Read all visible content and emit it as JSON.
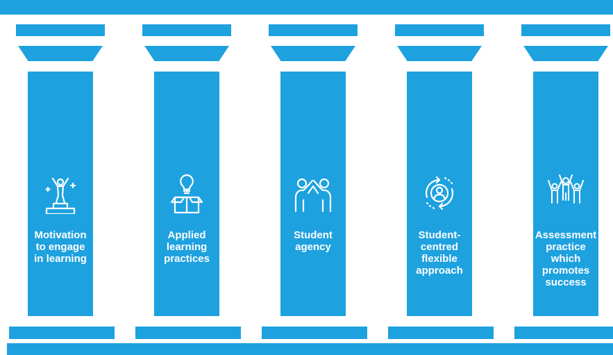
{
  "pillars": [
    {
      "label": "Motivation\nto engage\nin learning",
      "icon": "person-celebrating-on-podium-icon"
    },
    {
      "label": "Applied\nlearning\npractices",
      "icon": "lightbulb-box-icon"
    },
    {
      "label": "Student\nagency",
      "icon": "high-five-icon"
    },
    {
      "label": "Student-\ncentred\nflexible\napproach",
      "icon": "person-in-circular-arrows-icon"
    },
    {
      "label": "Assessment\npractice\nwhich\npromotes\nsuccess",
      "icon": "group-celebrating-icon"
    }
  ],
  "colors": {
    "pillar": "#1ea1df",
    "background": "#ffffff",
    "text": "#ffffff"
  }
}
